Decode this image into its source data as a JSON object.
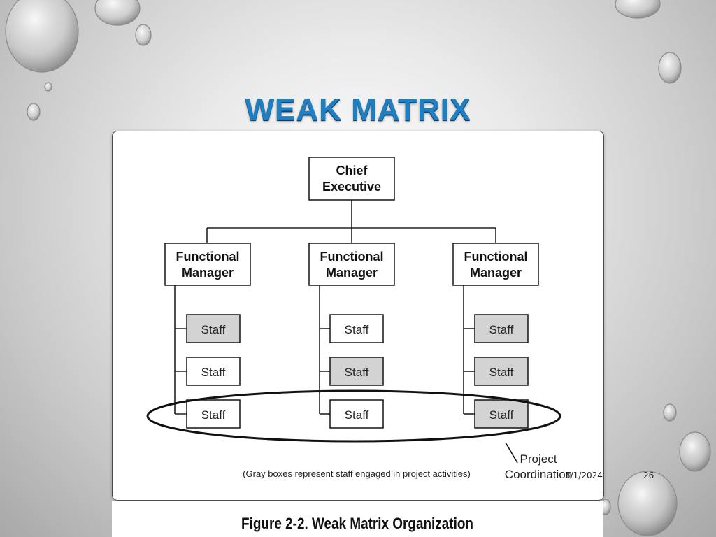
{
  "slide": {
    "title": "WEAK MATRIX",
    "date": "3/1/2024",
    "page_number": "26"
  },
  "diagram": {
    "chief": [
      "Chief",
      "Executive"
    ],
    "managers": [
      [
        "Functional",
        "Manager"
      ],
      [
        "Functional",
        "Manager"
      ],
      [
        "Functional",
        "Manager"
      ]
    ],
    "staff_label": "Staff",
    "legend_note": "(Gray boxes represent staff engaged in project activities)",
    "project_label": [
      "Project",
      "Coordination"
    ],
    "caption": "Figure 2-2. Weak Matrix Organization",
    "staff": [
      [
        true,
        false,
        true
      ],
      [
        false,
        true,
        true
      ],
      [
        false,
        false,
        true
      ]
    ],
    "colors": {
      "gray_box": "#d3d3d3",
      "white_box": "#ffffff",
      "title": "#1f7fc0"
    }
  }
}
